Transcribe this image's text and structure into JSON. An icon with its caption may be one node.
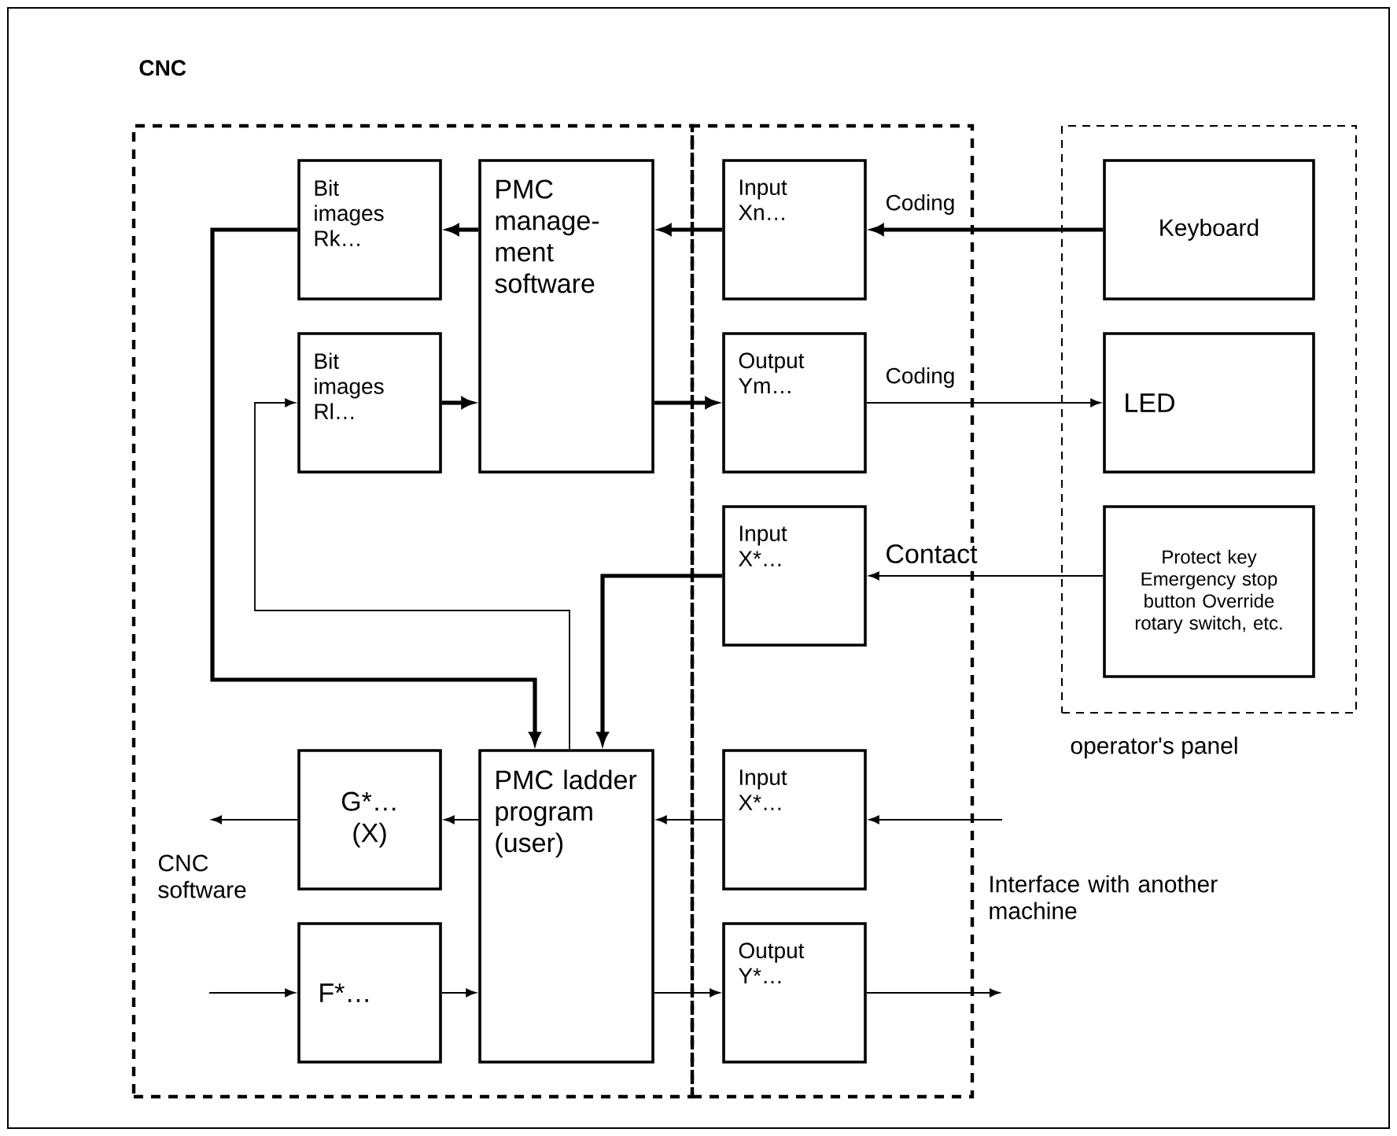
{
  "diagram": {
    "nodes": [
      {
        "text": [
          "CNC"
        ]
      },
      {
        "text": [],
        "shape": "box",
        "in": 0
      },
      {
        "text": [],
        "shape": "box",
        "in": 0
      },
      {
        "text": [],
        "shape": "box",
        "beside": [
          "operator's panel"
        ],
        "in": 0
      },
      {
        "text": [
          "Bit images Rk…"
        ],
        "in": 1
      },
      {
        "text": [
          "PMC manage- ment software"
        ],
        "in": 1
      },
      {
        "text": [
          "Bit images Rl…"
        ],
        "in": 1
      },
      {
        "text": [
          "G*… (X)"
        ],
        "in": 1
      },
      {
        "text": [
          "PMC ladder program (user)"
        ],
        "in": 1
      },
      {
        "text": [
          "F*…"
        ],
        "in": 1
      },
      {
        "text": [
          "Input Xn…"
        ],
        "in": 2
      },
      {
        "text": [
          "Output Ym…"
        ],
        "in": 2
      },
      {
        "text": [
          "Input X*…"
        ],
        "in": 2
      },
      {
        "text": [
          "Input X*…"
        ],
        "in": 2
      },
      {
        "text": [
          "Output Y*…"
        ],
        "in": 2
      },
      {
        "text": [
          "Keyboard"
        ],
        "in": 3
      },
      {
        "text": [
          "LED"
        ],
        "in": 3
      },
      {
        "text": [
          "Protect key Emergency stop button Override rotary switch, etc."
        ],
        "in": 3
      }
    ],
    "edges": [
      {
        "from": 15,
        "to": 10,
        "arrow": "to",
        "label": "Coding",
        "style": "thick"
      },
      {
        "from": 10,
        "to": 5,
        "arrow": "to",
        "style": "thick"
      },
      {
        "from": 5,
        "to": 4,
        "arrow": "to",
        "style": "thick"
      },
      {
        "from": 4,
        "to": 8,
        "arrow": "to",
        "style": "thick"
      },
      {
        "from": 8,
        "to": 6,
        "arrow": "to"
      },
      {
        "from": 6,
        "to": 5,
        "arrow": "to",
        "style": "thick"
      },
      {
        "from": 5,
        "to": 11,
        "arrow": "to",
        "style": "thick"
      },
      {
        "from": 11,
        "to": 16,
        "arrow": "to",
        "label": "Coding"
      },
      {
        "from": 17,
        "to": 12,
        "arrow": "to",
        "label": "Contact"
      },
      {
        "from": 12,
        "to": 8,
        "arrow": "to",
        "style": "thick"
      },
      {
        "from": 13,
        "to": 8,
        "arrow": "to"
      },
      {
        "from": 8,
        "to": 7,
        "arrow": "to"
      },
      {
        "from": 7,
        "to": null,
        "arrow": "to"
      },
      {
        "from": null,
        "to": 9,
        "arrow": "to"
      },
      {
        "from": 9,
        "to": 8,
        "arrow": "to"
      },
      {
        "from": 8,
        "to": 14,
        "arrow": "to"
      },
      {
        "from": 14,
        "to": null,
        "arrow": "to"
      },
      {
        "from": null,
        "to": 13,
        "arrow": "to"
      }
    ],
    "labels": [
      "CNC software",
      "Interface with another machine"
    ]
  }
}
